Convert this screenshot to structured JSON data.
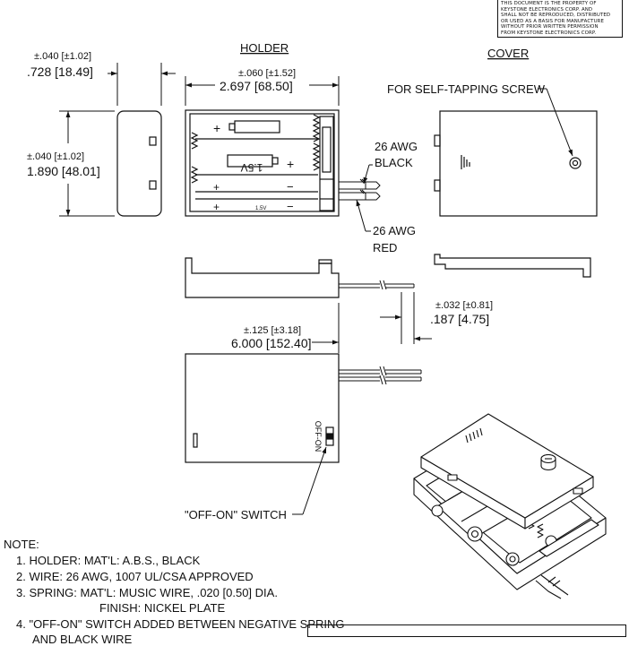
{
  "notice": {
    "lines": [
      "THIS DOCUMENT IS THE PROPERTY OF",
      "KEYSTONE ELECTRONICS CORP. AND",
      "SHALL NOT BE REPRODUCED, DISTRIBUTED",
      "OR USED AS A BASIS FOR MANUFACTURE",
      "WITHOUT PRIOR WRITTEN PERMISSION",
      "FROM KEYSTONE ELECTRONICS CORP."
    ]
  },
  "views": {
    "holder": "HOLDER",
    "cover": "COVER"
  },
  "dimensions": {
    "thickness_tol": "±.040 [±1.02]",
    "thickness": ".728 [18.49]",
    "width_tol": "±.060 [±1.52]",
    "width": "2.697 [68.50]",
    "height_tol": "±.040 [±1.02]",
    "height": "1.890 [48.01]",
    "strip_tol": "±.032 [±0.81]",
    "strip": ".187 [4.75]",
    "wire_len_tol": "±.125 [±3.18]",
    "wire_len": "6.000 [152.40]"
  },
  "callouts": {
    "screw": "FOR SELF-TAPPING SCREW",
    "black_awg": "26 AWG",
    "black": "BLACK",
    "red_awg": "26 AWG",
    "red": "RED",
    "switch": "\"OFF-ON\" SWITCH"
  },
  "battery": {
    "plus": "+",
    "minus": "−",
    "voltage": "1.5V",
    "small_voltage": "1.5V"
  },
  "switch_label": "OFF-ON",
  "notes": {
    "heading": "NOTE:",
    "n1": "1. HOLDER: MAT'L: A.B.S., BLACK",
    "n2": "2. WIRE: 26 AWG, 1007 UL/CSA APPROVED",
    "n3": "3. SPRING: MAT'L: MUSIC WIRE, .020 [0.50] DIA.",
    "n3b": "FINISH: NICKEL PLATE",
    "n4": "4. \"OFF-ON\" SWITCH ADDED BETWEEN NEGATIVE SPRING",
    "n4b": "AND BLACK WIRE"
  }
}
